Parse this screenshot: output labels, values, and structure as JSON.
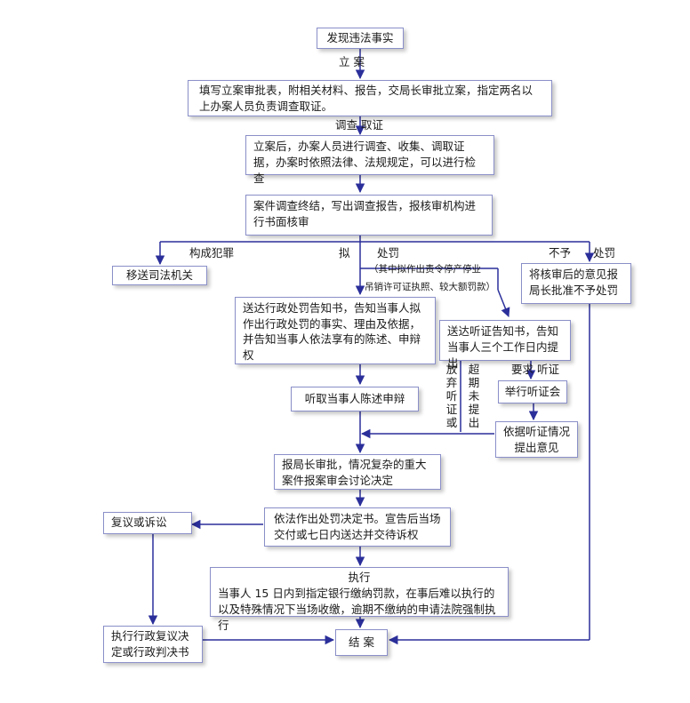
{
  "boxes": {
    "discover": "发现违法事实",
    "register": "填写立案审批表，附相关材料、报告，交局长审批立案，指定两名以上办案人员负责调查取证。",
    "investigate": "立案后，办案人员进行调查、收集、调取证据，办案时依照法律、法规规定，可以进行检查",
    "conclude": "案件调查终结，写出调查报告，报核审机构进行书面核审",
    "judicial": "移送司法机关",
    "no_penalty": "将核审后的意见报局长批准不予处罚",
    "notice": "送达行政处罚告知书，告知当事人拟作出行政处罚的事实、理由及依据，并告知当事人依法享有的陈述、申辩权",
    "hearing_notice": "送达听证告知书，告知当事人三个工作日内提出",
    "hearing": "举行听证会",
    "hearing_opinion": "依据听证情况提出意见",
    "listen": "听取当事人陈述申辩",
    "approve": "报局长审批，情况复杂的重大案件报案审会讨论决定",
    "decision": "依法作出处罚决定书。宣告后当场交付或七日内送达并交待诉权",
    "execute_title": "执行",
    "execute_body": "当事人 15 日内到指定银行缴纳罚款，在事后难以执行的以及特殊情况下当场收缴，逾期不缴纳的申请法院强制执行",
    "review": "复议或诉讼",
    "review_result": "执行行政复议决定或行政判决书",
    "close": "结 案"
  },
  "labels": {
    "lian": "立 案",
    "diaocha": "调查 取证",
    "crime": "构成犯罪",
    "ni": "拟",
    "penalty": "处罚",
    "buyu": "不予",
    "buyu_penalty": "处罚",
    "note1": "（其中拟作出责令停产停业",
    "note2": "吊销许可证执照、较大额罚款）",
    "request": "要求 听证",
    "waive": "放弃听证或",
    "overdue": "超期未提出"
  }
}
